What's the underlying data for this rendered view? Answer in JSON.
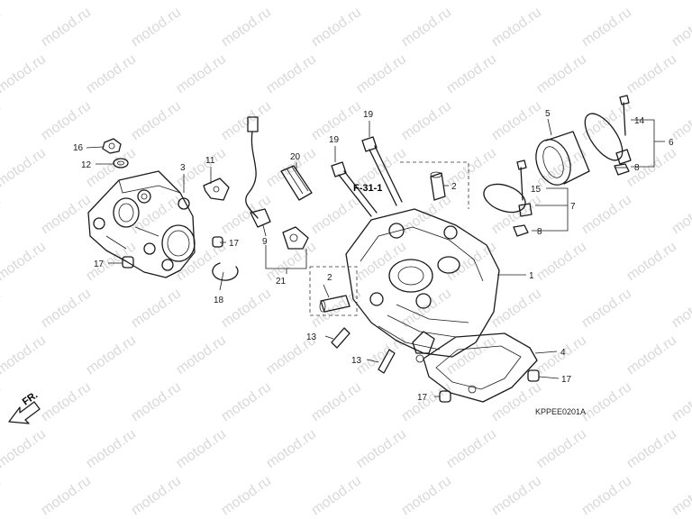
{
  "watermark": {
    "text": "motod.ru"
  },
  "diagram": {
    "reference_label": "F-31-1",
    "front_label": "FR.",
    "code": "KPPEE0201A",
    "callouts": {
      "c1": "1",
      "c2a": "2",
      "c2b": "2",
      "c3": "3",
      "c4": "4",
      "c5": "5",
      "c6": "6",
      "c7": "7",
      "c8a": "8",
      "c8b": "8",
      "c9": "9",
      "c11": "11",
      "c12": "12",
      "c13a": "13",
      "c13b": "13",
      "c14": "14",
      "c15": "15",
      "c16": "16",
      "c17a": "17",
      "c17b": "17",
      "c17c": "17",
      "c17d": "17",
      "c18": "18",
      "c19a": "19",
      "c19b": "19",
      "c20": "20",
      "c21": "21"
    }
  },
  "colors": {
    "ink": "#1a1a1a",
    "watermark": "#d9d9d9",
    "background": "#ffffff"
  }
}
